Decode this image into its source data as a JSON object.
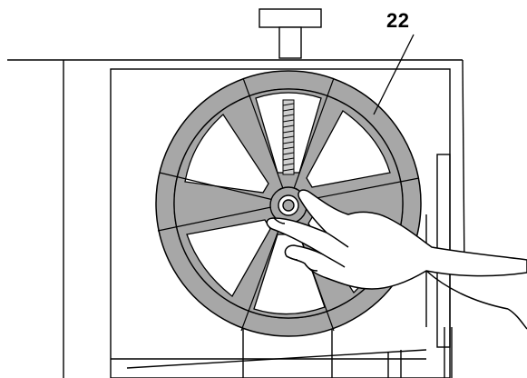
{
  "figure": {
    "callout_number": "22",
    "colors": {
      "ink": "#000000",
      "wheel_fill": "#a7a7a7",
      "paper": "#ffffff",
      "hand_fill": "#ffffff"
    },
    "depicted_parts": [
      "band-saw-wheel",
      "wheel-spoke",
      "wheel-hub",
      "tension-screw",
      "tension-knob",
      "machine-frame",
      "hand"
    ]
  }
}
